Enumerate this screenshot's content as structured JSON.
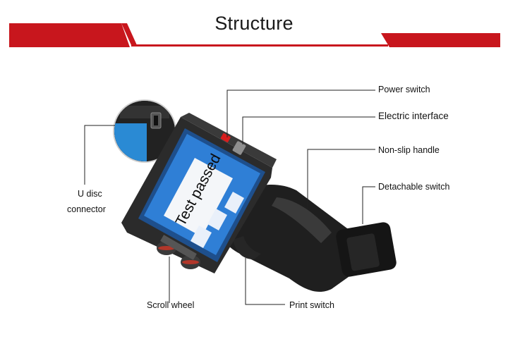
{
  "header": {
    "title": "Structure",
    "accent_color": "#c8161d"
  },
  "callouts": {
    "power_switch": "Power switch",
    "electric_interface": "Electric interface",
    "non_slip_handle": "Non-slip handle",
    "detachable_switch": "Detachable switch",
    "u_disc_line1": "U disc",
    "u_disc_line2": "connector",
    "scroll_wheel": "Scroll wheel",
    "print_switch": "Print switch"
  },
  "device": {
    "screen_text": "Test passed",
    "screen_color": "#2f7fd6",
    "body_color": "#2b2b2b",
    "button_color": "#d81e1e"
  }
}
